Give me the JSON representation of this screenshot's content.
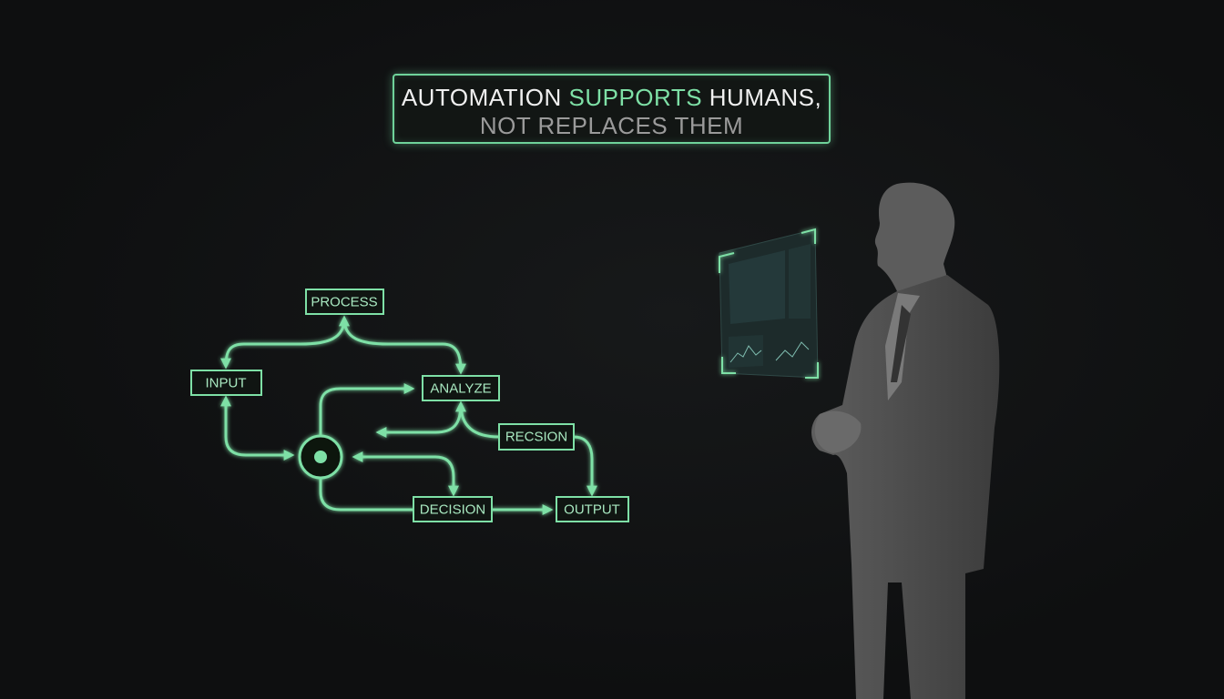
{
  "headline": {
    "line1_part1": "AUTOMATION ",
    "line1_highlight": "SUPPORTS",
    "line1_part2": " HUMANS,",
    "line2": "NOT REPLACES THEM",
    "accent_color": "#7ee0a6"
  },
  "flowchart": {
    "nodes": {
      "process": "PROCESS",
      "input": "INPUT",
      "analyze": "ANALYZE",
      "recsion": "RECSION",
      "decision": "DECISION",
      "output": "OUTPUT"
    }
  }
}
